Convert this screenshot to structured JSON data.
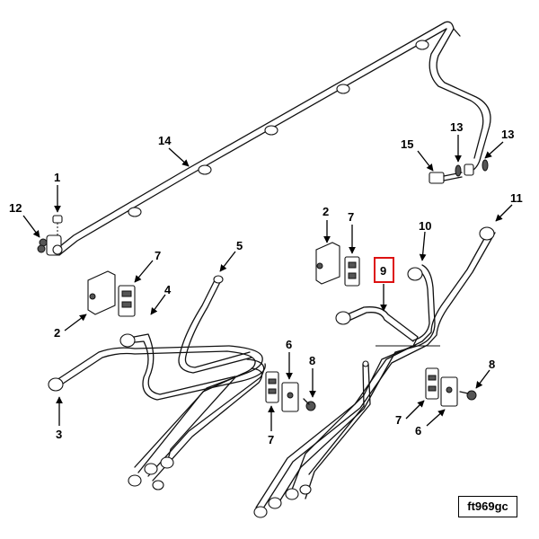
{
  "figure_code": "ft969gc",
  "highlight_color": "#d11111",
  "callouts": [
    {
      "id": "c14",
      "label": "14"
    },
    {
      "id": "c13a",
      "label": "13"
    },
    {
      "id": "c13b",
      "label": "13"
    },
    {
      "id": "c15",
      "label": "15"
    },
    {
      "id": "c1",
      "label": "1"
    },
    {
      "id": "c12",
      "label": "12"
    },
    {
      "id": "c11",
      "label": "11"
    },
    {
      "id": "c10",
      "label": "10"
    },
    {
      "id": "c2a",
      "label": "2"
    },
    {
      "id": "c7a",
      "label": "7"
    },
    {
      "id": "c9",
      "label": "9",
      "highlighted": true
    },
    {
      "id": "c5",
      "label": "5"
    },
    {
      "id": "c7b",
      "label": "7"
    },
    {
      "id": "c4",
      "label": "4"
    },
    {
      "id": "c2b",
      "label": "2"
    },
    {
      "id": "c6a",
      "label": "6"
    },
    {
      "id": "c8a",
      "label": "8"
    },
    {
      "id": "c3",
      "label": "3"
    },
    {
      "id": "c7c",
      "label": "7"
    },
    {
      "id": "c8b",
      "label": "8"
    },
    {
      "id": "c7d",
      "label": "7"
    },
    {
      "id": "c6b",
      "label": "6"
    }
  ]
}
